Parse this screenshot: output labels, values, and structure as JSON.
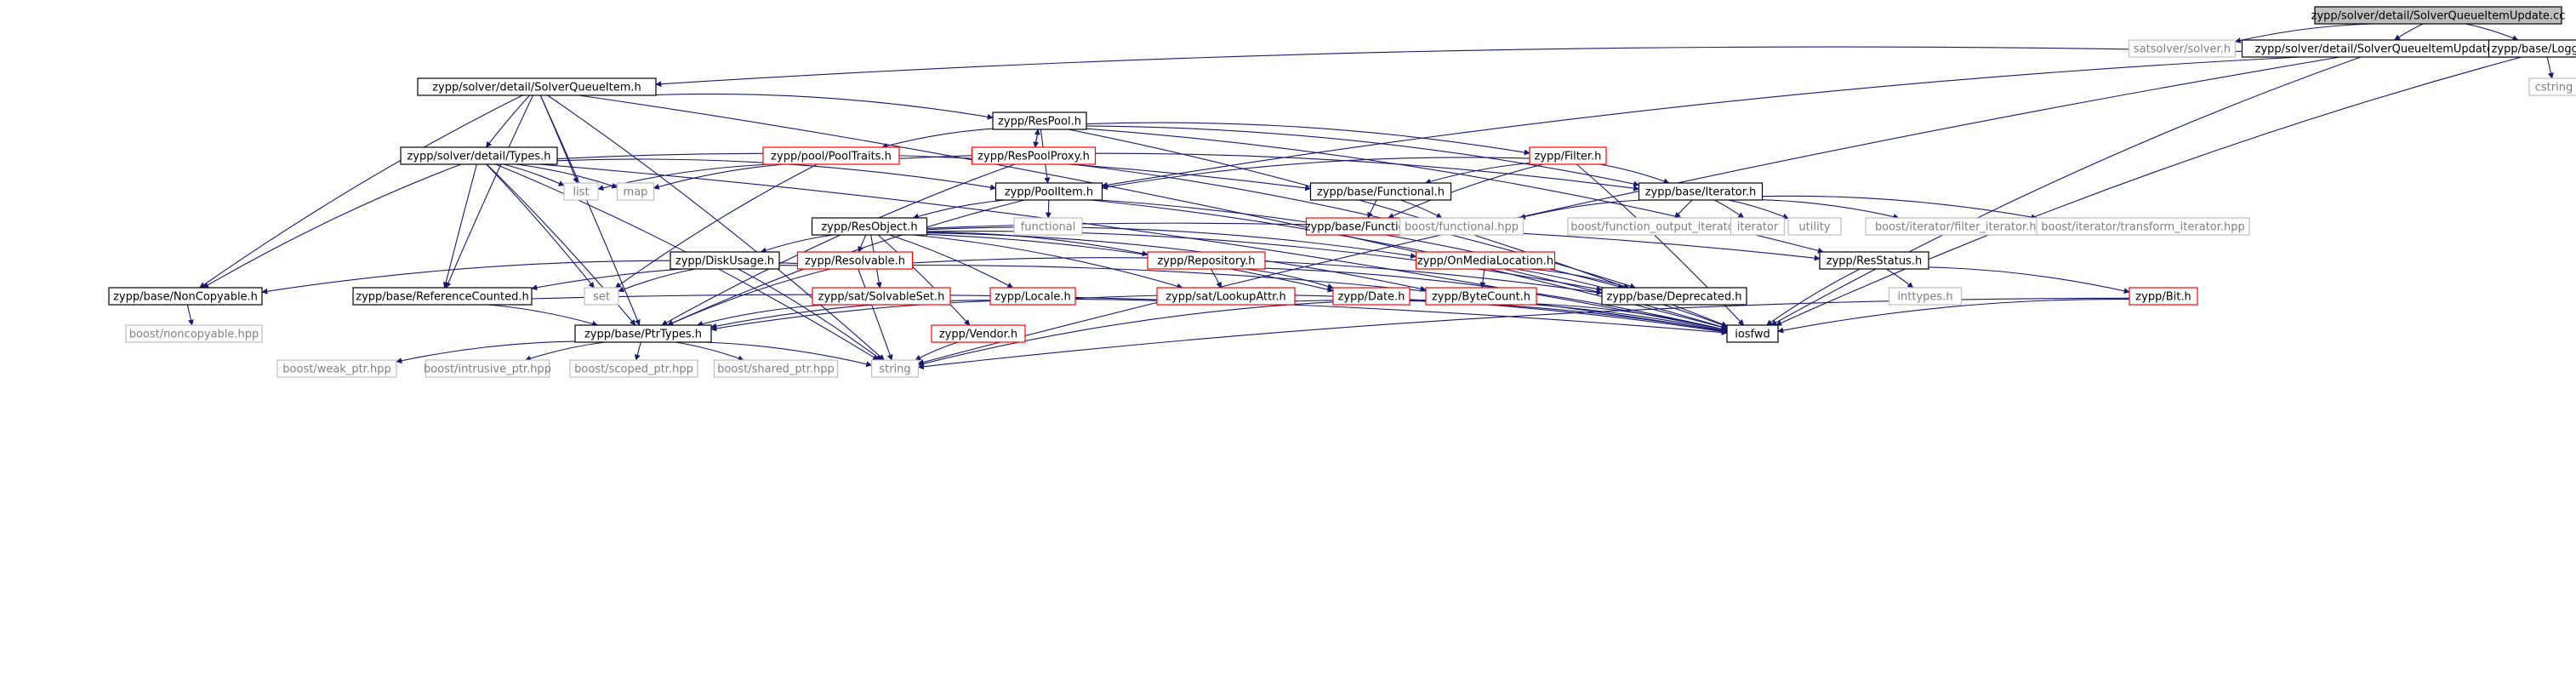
{
  "colors": {
    "edge": "#191970",
    "box_black": "#000000",
    "box_red": "#ff0000",
    "box_gray": "#bfbfbf",
    "root_fill": "#bfbfbf",
    "text_black": "#000000",
    "text_gray": "#7f7f7f"
  },
  "nodes": [
    {
      "id": "root",
      "label": "zypp/solver/detail/SolverQueueItemUpdate.cc",
      "style": "root"
    },
    {
      "id": "satsolver",
      "label": "satsolver/solver.h",
      "style": "gray"
    },
    {
      "id": "sqiu_h",
      "label": "zypp/solver/detail/SolverQueueItemUpdate.h",
      "style": "black"
    },
    {
      "id": "logger",
      "label": "zypp/base/Logger.h",
      "style": "black"
    },
    {
      "id": "cstring",
      "label": "cstring",
      "style": "gray"
    },
    {
      "id": "sqi_h",
      "label": "zypp/solver/detail/SolverQueueItem.h",
      "style": "black"
    },
    {
      "id": "respool",
      "label": "zypp/ResPool.h",
      "style": "black"
    },
    {
      "id": "types",
      "label": "zypp/solver/detail/Types.h",
      "style": "black"
    },
    {
      "id": "pooltraits",
      "label": "zypp/pool/PoolTraits.h",
      "style": "red"
    },
    {
      "id": "respoolproxy",
      "label": "zypp/ResPoolProxy.h",
      "style": "red"
    },
    {
      "id": "filter",
      "label": "zypp/Filter.h",
      "style": "red"
    },
    {
      "id": "list",
      "label": "list",
      "style": "gray"
    },
    {
      "id": "map",
      "label": "map",
      "style": "gray"
    },
    {
      "id": "poolitem",
      "label": "zypp/PoolItem.h",
      "style": "black"
    },
    {
      "id": "functional",
      "label": "zypp/base/Functional.h",
      "style": "black"
    },
    {
      "id": "iterator",
      "label": "zypp/base/Iterator.h",
      "style": "black"
    },
    {
      "id": "functional_std",
      "label": "functional",
      "style": "gray"
    },
    {
      "id": "function_h",
      "label": "zypp/base/Function.h",
      "style": "red"
    },
    {
      "id": "boost_functional",
      "label": "boost/functional.hpp",
      "style": "gray"
    },
    {
      "id": "boost_foi",
      "label": "boost/function_output_iterator.hpp",
      "style": "gray"
    },
    {
      "id": "iterator_std",
      "label": "iterator",
      "style": "gray"
    },
    {
      "id": "utility",
      "label": "utility",
      "style": "gray"
    },
    {
      "id": "boost_filter_it",
      "label": "boost/iterator/filter_iterator.hpp",
      "style": "gray"
    },
    {
      "id": "boost_transform_it",
      "label": "boost/iterator/transform_iterator.hpp",
      "style": "gray"
    },
    {
      "id": "resobject",
      "label": "zypp/ResObject.h",
      "style": "black"
    },
    {
      "id": "diskusage",
      "label": "zypp/DiskUsage.h",
      "style": "black"
    },
    {
      "id": "resolvable",
      "label": "zypp/Resolvable.h",
      "style": "red"
    },
    {
      "id": "repository",
      "label": "zypp/Repository.h",
      "style": "red"
    },
    {
      "id": "onmedia",
      "label": "zypp/OnMediaLocation.h",
      "style": "red"
    },
    {
      "id": "resstatus",
      "label": "zypp/ResStatus.h",
      "style": "black"
    },
    {
      "id": "noncopyable",
      "label": "zypp/base/NonCopyable.h",
      "style": "black"
    },
    {
      "id": "refcounted",
      "label": "zypp/base/ReferenceCounted.h",
      "style": "black"
    },
    {
      "id": "set",
      "label": "set",
      "style": "gray"
    },
    {
      "id": "solvableset",
      "label": "zypp/sat/SolvableSet.h",
      "style": "red"
    },
    {
      "id": "locale",
      "label": "zypp/Locale.h",
      "style": "red"
    },
    {
      "id": "lookupattr",
      "label": "zypp/sat/LookupAttr.h",
      "style": "red"
    },
    {
      "id": "date",
      "label": "zypp/Date.h",
      "style": "red"
    },
    {
      "id": "bytecount",
      "label": "zypp/ByteCount.h",
      "style": "red"
    },
    {
      "id": "deprecated",
      "label": "zypp/base/Deprecated.h",
      "style": "black"
    },
    {
      "id": "inttypes",
      "label": "inttypes.h",
      "style": "gray"
    },
    {
      "id": "bit",
      "label": "zypp/Bit.h",
      "style": "red"
    },
    {
      "id": "boost_noncopyable",
      "label": "boost/noncopyable.hpp",
      "style": "gray"
    },
    {
      "id": "ptrtypes",
      "label": "zypp/base/PtrTypes.h",
      "style": "black"
    },
    {
      "id": "vendor",
      "label": "zypp/Vendor.h",
      "style": "red"
    },
    {
      "id": "iosfwd",
      "label": "iosfwd",
      "style": "black"
    },
    {
      "id": "boost_weak",
      "label": "boost/weak_ptr.hpp",
      "style": "gray"
    },
    {
      "id": "boost_intrusive",
      "label": "boost/intrusive_ptr.hpp",
      "style": "gray"
    },
    {
      "id": "boost_scoped",
      "label": "boost/scoped_ptr.hpp",
      "style": "gray"
    },
    {
      "id": "boost_shared",
      "label": "boost/shared_ptr.hpp",
      "style": "gray"
    },
    {
      "id": "string",
      "label": "string",
      "style": "gray"
    }
  ],
  "edges": [
    [
      "root",
      "satsolver"
    ],
    [
      "root",
      "sqiu_h"
    ],
    [
      "root",
      "logger"
    ],
    [
      "logger",
      "cstring"
    ],
    [
      "logger",
      "iosfwd"
    ],
    [
      "sqiu_h",
      "sqi_h"
    ],
    [
      "sqiu_h",
      "poolitem"
    ],
    [
      "sqiu_h",
      "iosfwd"
    ],
    [
      "sqiu_h",
      "string"
    ],
    [
      "sqi_h",
      "types"
    ],
    [
      "sqi_h",
      "respool"
    ],
    [
      "sqi_h",
      "list"
    ],
    [
      "sqi_h",
      "noncopyable"
    ],
    [
      "sqi_h",
      "refcounted"
    ],
    [
      "sqi_h",
      "ptrtypes"
    ],
    [
      "sqi_h",
      "iosfwd"
    ],
    [
      "sqi_h",
      "string"
    ],
    [
      "respool",
      "pooltraits"
    ],
    [
      "respool",
      "respoolproxy"
    ],
    [
      "respool",
      "filter"
    ],
    [
      "respool",
      "iterator"
    ],
    [
      "respool",
      "poolitem"
    ],
    [
      "respool",
      "resstatus"
    ],
    [
      "respool",
      "iosfwd"
    ],
    [
      "respoolproxy",
      "respool"
    ],
    [
      "respoolproxy",
      "ptrtypes"
    ],
    [
      "respoolproxy",
      "deprecated"
    ],
    [
      "types",
      "list"
    ],
    [
      "types",
      "map"
    ],
    [
      "types",
      "set"
    ],
    [
      "types",
      "poolitem"
    ],
    [
      "types",
      "functional"
    ],
    [
      "types",
      "noncopyable"
    ],
    [
      "types",
      "refcounted"
    ],
    [
      "types",
      "ptrtypes"
    ],
    [
      "types",
      "string"
    ],
    [
      "types",
      "iosfwd"
    ],
    [
      "pooltraits",
      "list"
    ],
    [
      "pooltraits",
      "map"
    ],
    [
      "pooltraits",
      "set"
    ],
    [
      "pooltraits",
      "iterator"
    ],
    [
      "filter",
      "poolitem"
    ],
    [
      "filter",
      "functional"
    ],
    [
      "filter",
      "function_h"
    ],
    [
      "filter",
      "iterator"
    ],
    [
      "filter",
      "iosfwd"
    ],
    [
      "functional",
      "function_h"
    ],
    [
      "functional",
      "boost_functional"
    ],
    [
      "iterator",
      "boost_functional"
    ],
    [
      "iterator",
      "boost_foi"
    ],
    [
      "iterator",
      "iterator_std"
    ],
    [
      "iterator",
      "utility"
    ],
    [
      "iterator",
      "boost_filter_it"
    ],
    [
      "iterator",
      "boost_transform_it"
    ],
    [
      "poolitem",
      "functional_std"
    ],
    [
      "poolitem",
      "resobject"
    ],
    [
      "poolitem",
      "ptrtypes"
    ],
    [
      "poolitem",
      "deprecated"
    ],
    [
      "poolitem",
      "iosfwd"
    ],
    [
      "resobject",
      "diskusage"
    ],
    [
      "resobject",
      "resolvable"
    ],
    [
      "resobject",
      "repository"
    ],
    [
      "resobject",
      "onmedia"
    ],
    [
      "resobject",
      "resstatus"
    ],
    [
      "resobject",
      "solvableset"
    ],
    [
      "resobject",
      "locale"
    ],
    [
      "resobject",
      "lookupattr"
    ],
    [
      "resobject",
      "date"
    ],
    [
      "resobject",
      "bytecount"
    ],
    [
      "resobject",
      "deprecated"
    ],
    [
      "resobject",
      "vendor"
    ],
    [
      "diskusage",
      "set"
    ],
    [
      "diskusage",
      "string"
    ],
    [
      "resolvable",
      "noncopyable"
    ],
    [
      "resolvable",
      "refcounted"
    ],
    [
      "resolvable",
      "ptrtypes"
    ],
    [
      "resolvable",
      "deprecated"
    ],
    [
      "resolvable",
      "iosfwd"
    ],
    [
      "resolvable",
      "string"
    ],
    [
      "repository",
      "lookupattr"
    ],
    [
      "repository",
      "date"
    ],
    [
      "repository",
      "iosfwd"
    ],
    [
      "onmedia",
      "bytecount"
    ],
    [
      "onmedia",
      "deprecated"
    ],
    [
      "onmedia",
      "iosfwd"
    ],
    [
      "resstatus",
      "inttypes"
    ],
    [
      "resstatus",
      "bit"
    ],
    [
      "resstatus",
      "iosfwd"
    ],
    [
      "bit",
      "iosfwd"
    ],
    [
      "bit",
      "string"
    ],
    [
      "noncopyable",
      "boost_noncopyable"
    ],
    [
      "refcounted",
      "ptrtypes"
    ],
    [
      "refcounted",
      "iosfwd"
    ],
    [
      "solvableset",
      "ptrtypes"
    ],
    [
      "locale",
      "ptrtypes"
    ],
    [
      "locale",
      "iosfwd"
    ],
    [
      "lookupattr",
      "ptrtypes"
    ],
    [
      "lookupattr",
      "iosfwd"
    ],
    [
      "date",
      "iosfwd"
    ],
    [
      "date",
      "string"
    ],
    [
      "bytecount",
      "iosfwd"
    ],
    [
      "vendor",
      "string"
    ],
    [
      "ptrtypes",
      "boost_weak"
    ],
    [
      "ptrtypes",
      "boost_intrusive"
    ],
    [
      "ptrtypes",
      "boost_scoped"
    ],
    [
      "ptrtypes",
      "boost_shared"
    ],
    [
      "ptrtypes",
      "string"
    ]
  ]
}
